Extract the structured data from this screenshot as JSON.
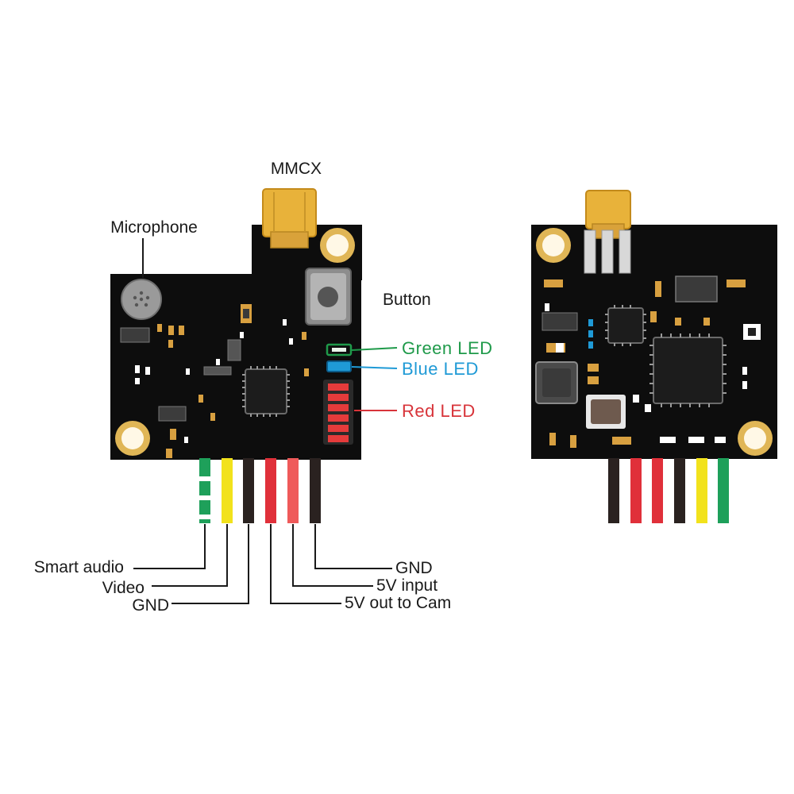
{
  "labels": {
    "mmcx": "MMCX",
    "microphone": "Microphone",
    "button": "Button",
    "green_led": "Green LED",
    "blue_led": "Blue LED",
    "red_led": "Red LED",
    "wires_left": [
      "Smart audio",
      "Video",
      "GND"
    ],
    "wires_right": [
      "GND",
      "5V input",
      "5V out to Cam"
    ]
  },
  "colors": {
    "green_led": "#1f9a4a",
    "blue_led": "#1f9ad6",
    "red_led": "#d8343a",
    "board": "#0d0d0d",
    "gold": "#e0b656",
    "wire_green": "#1ea05a",
    "wire_yellow": "#f2e21c",
    "wire_black": "#2a2220",
    "wire_red": "#e0303a",
    "wire_red_light": "#ef5a5a"
  }
}
